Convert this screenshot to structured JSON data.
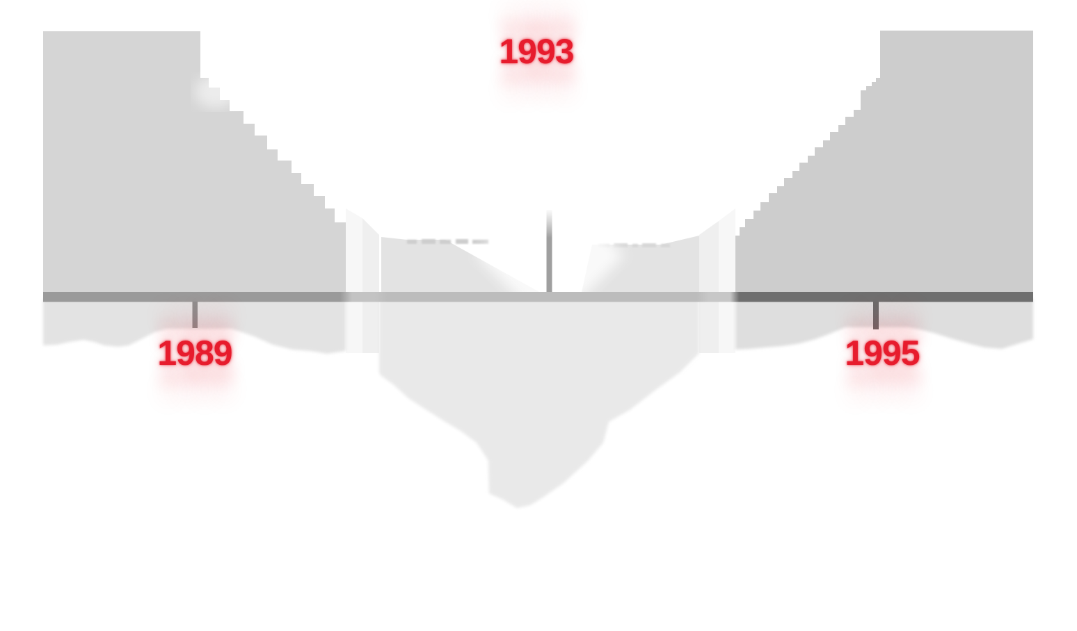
{
  "timeline": {
    "kind": "horizontal-timeline-fragment",
    "background": "#ffffff",
    "events": [
      {
        "year": "1989",
        "tick": "below-line"
      },
      {
        "year": "1993",
        "tick": "above-line"
      },
      {
        "year": "1995",
        "tick": "below-line"
      }
    ],
    "year_label_color": "#e71c2d",
    "bar_colors": {
      "left": "#9a9a9a",
      "middle": "#bcbcbc",
      "right": "#6f6f6f"
    },
    "block_colors": {
      "upper_left_block": "#d5d5d5",
      "upper_right_block": "#cdcdcd",
      "middle_panels": "#e3e3e3",
      "lower_left_strip": "#e3e3e3",
      "lower_middle_funnel": "#e9e9e9",
      "lower_right_strip": "#dedede",
      "seam_bands": "#f2f2f2"
    }
  }
}
